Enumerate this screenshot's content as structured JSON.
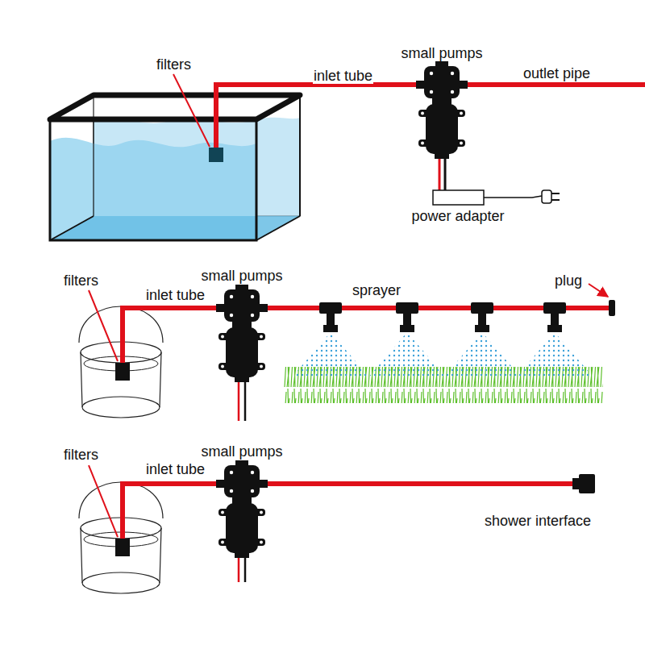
{
  "diagram": {
    "labels": [
      "filters",
      "inlet tube",
      "small pumps",
      "outlet pipe",
      "power adapter",
      "filters",
      "inlet tube",
      "small pumps",
      "sprayer",
      "plug",
      "filters",
      "inlet tube",
      "small pumps",
      "shower interface"
    ]
  }
}
